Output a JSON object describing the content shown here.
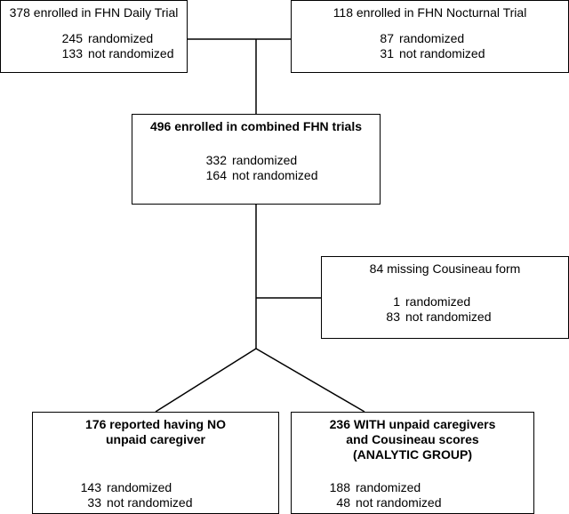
{
  "boxes": {
    "daily": {
      "title": "378 enrolled in FHN Daily Trial",
      "randomized": "245",
      "not_randomized": "133"
    },
    "nocturnal": {
      "title": "118 enrolled in FHN Nocturnal Trial",
      "randomized": "87",
      "not_randomized": "31"
    },
    "combined": {
      "title": "496 enrolled in combined FHN trials",
      "randomized": "332",
      "not_randomized": "164"
    },
    "missing": {
      "title": "84 missing Cousineau form",
      "randomized": "1",
      "not_randomized": "83"
    },
    "no_caregiver": {
      "title_line1": "176 reported having NO",
      "title_line2": "unpaid caregiver",
      "randomized": "143",
      "not_randomized": "33"
    },
    "analytic": {
      "title_line1": "236 WITH unpaid caregivers",
      "title_line2": "and Cousineau scores",
      "title_line3": "(ANALYTIC GROUP)",
      "randomized": "188",
      "not_randomized": "48"
    }
  },
  "labels": {
    "randomized": "randomized",
    "not_randomized": "not randomized"
  }
}
